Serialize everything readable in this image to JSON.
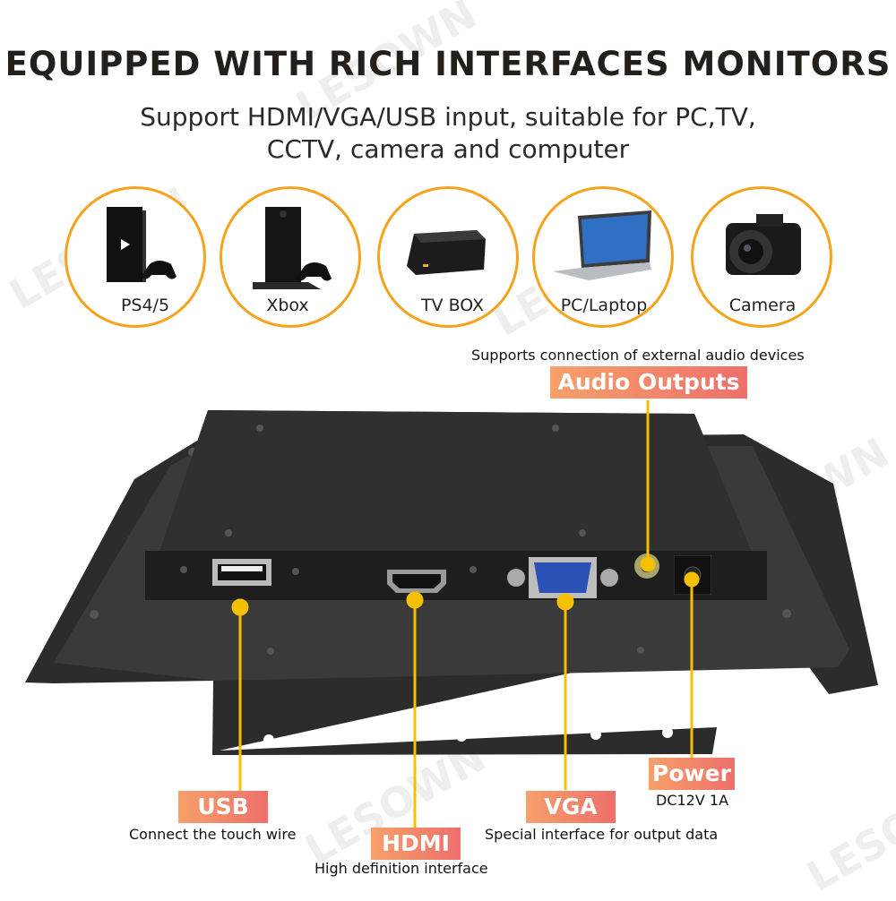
{
  "title": "EQUIPPED WITH RICH INTERFACES MONITORS",
  "subtitle_line1": "Support HDMI/VGA/USB input, suitable for PC,TV,",
  "subtitle_line2": "CCTV, camera and computer",
  "devices": [
    {
      "label": "PS4/5",
      "icon": "game-console-icon"
    },
    {
      "label": "Xbox",
      "icon": "game-console-icon"
    },
    {
      "label": "TV BOX",
      "icon": "tv-box-icon"
    },
    {
      "label": "PC/Laptop",
      "icon": "laptop-icon"
    },
    {
      "label": "Camera",
      "icon": "camera-icon"
    }
  ],
  "ports": {
    "audio": {
      "label": "Audio Outputs",
      "desc": "Supports connection of external audio devices"
    },
    "usb": {
      "label": "USB",
      "desc": "Connect the touch wire"
    },
    "hdmi": {
      "label": "HDMI",
      "desc": "High definition interface"
    },
    "vga": {
      "label": "VGA",
      "desc": "Special interface for output data"
    },
    "power": {
      "label": "Power",
      "desc": "DC12V 1A"
    }
  },
  "watermark": "LESOWN",
  "colors": {
    "accent": "#f7a21b",
    "tag_start": "#f6a06a",
    "tag_end": "#ee6f6b",
    "leader": "#f5c000"
  }
}
